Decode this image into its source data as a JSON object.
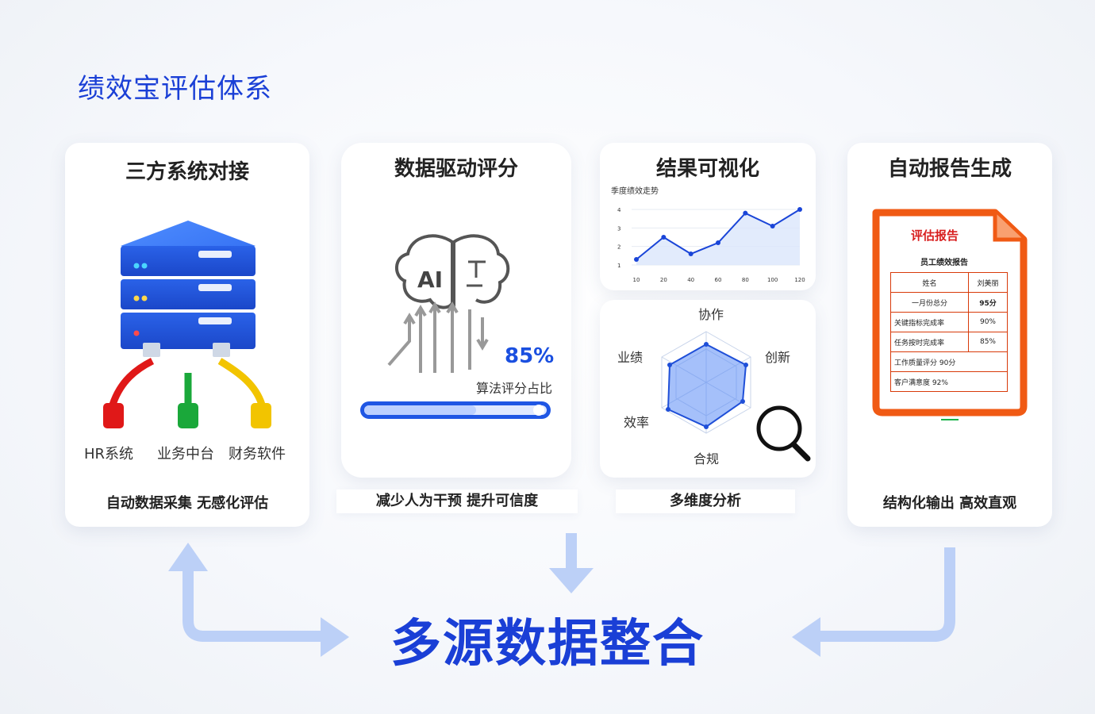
{
  "title": "绩效宝评估体系",
  "cards": {
    "integration": {
      "title": "三方系统对接",
      "sources": [
        "HR系统",
        "业务中台",
        "财务软件"
      ],
      "footer": "自动数据采集  无感化评估"
    },
    "scoring": {
      "title": "数据驱动评分",
      "ai_label": "AI",
      "percent": "85%",
      "percent_label": "算法评分占比",
      "progress": 0.85,
      "footer": "减少人为干预  提升可信度"
    },
    "visualization": {
      "title": "结果可视化",
      "chart_title": "季度绩效走势",
      "radar_axes": {
        "top": "协作",
        "right": "创新",
        "bottom": "合规",
        "left_top": "业绩",
        "left_bottom": "效率"
      },
      "footer": "多维度分析"
    },
    "report": {
      "title": "自动报告生成",
      "doc_title": "评估报告",
      "doc_subtitle": "员工绩效报告",
      "rows": [
        [
          "姓名",
          "刘美丽"
        ],
        [
          "一月份总分",
          "95分"
        ],
        [
          "关键指标完成率",
          "90%"
        ],
        [
          "任务按时完成率",
          "85%"
        ],
        [
          "工作质量评分 90分",
          ""
        ],
        [
          "客户满意度   92%",
          ""
        ]
      ],
      "footer": "结构化输出  高效直观"
    }
  },
  "bottom_title": "多源数据整合",
  "colors": {
    "accent": "#1a3fd6",
    "report_orange": "#f05a14",
    "arrow_light": "#bcd0f7"
  },
  "chart_data": {
    "type": "line",
    "title": "季度绩效走势",
    "x": [
      10,
      20,
      40,
      60,
      80,
      100,
      120
    ],
    "x_ticks": [
      "10",
      "20",
      "40",
      "60",
      "80",
      "100",
      "120"
    ],
    "series": [
      {
        "values": [
          1.3,
          2.5,
          1.6,
          2.2,
          3.8,
          3.1,
          4.0
        ]
      }
    ],
    "ylim": [
      1,
      4
    ],
    "y_ticks": [
      "1",
      "2",
      "3",
      "4"
    ],
    "grid": true
  }
}
